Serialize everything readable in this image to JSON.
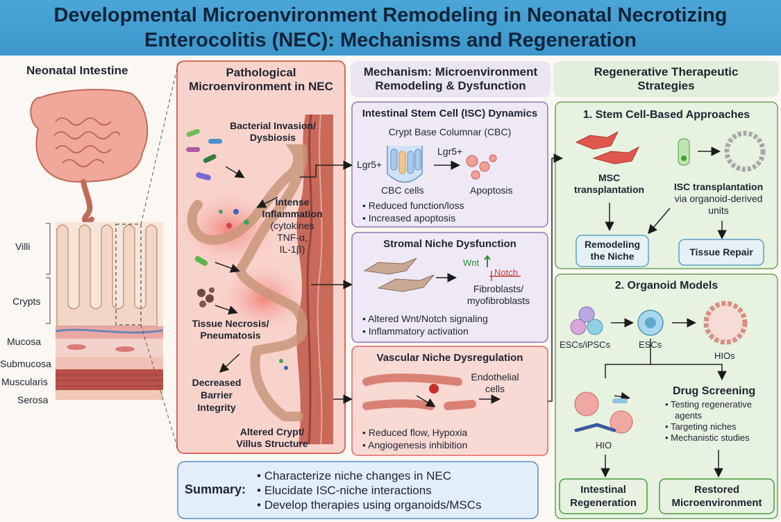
{
  "title": {
    "line1": "Developmental Microenvironment Remodeling in Neonatal Necrotizing",
    "line2": "Enterocolitis (NEC): Mechanisms and Regeneration"
  },
  "anatomy": {
    "heading": "Neonatal Intestine",
    "villi": "Villi",
    "crypts": "Crypts",
    "mucosa": "Mucosa",
    "submucosa": "Submucosa",
    "muscularis": "Muscularis",
    "serosa": "Serosa"
  },
  "patho": {
    "heading_1": "Pathological",
    "heading_2": "Microenvironment in NEC",
    "bacterial_1": "Bacterial Invasion/",
    "bacterial_2": "Dysbiosis",
    "inflam_1": "Intense",
    "inflam_2": "Inflammation",
    "inflam_3": "(cytokines",
    "inflam_4": "TNF-α,",
    "inflam_5": "IL-1β)",
    "necrosis_1": "Tissue Necrosis/",
    "necrosis_2": "Pneumatosis",
    "barrier_1": "Decreased",
    "barrier_2": "Barrier",
    "barrier_3": "Integrity",
    "altered_1": "Altered Crypt/",
    "altered_2": "Villus Structure"
  },
  "mechanism": {
    "heading_1": "Mechanism: Microenvironment",
    "heading_2": "Remodeling & Dysfunction",
    "isc": {
      "title": "Intestinal Stem Cell (ISC) Dynamics",
      "cbc": "Crypt Base Columnar (CBC)",
      "lgr5_left": "Lgr5+",
      "lgr5_right": "Lgr5+",
      "cbc_cells": "CBC cells",
      "apoptosis": "Apoptosis",
      "bullets": [
        "Reduced function/loss",
        "Increased apoptosis"
      ]
    },
    "stromal": {
      "title": "Stromal Niche Dysfunction",
      "wnt": "Wnt",
      "notch": "Notch",
      "fibro_1": "Fibroblasts/",
      "fibro_2": "myofibroblasts",
      "bullets": [
        "Altered Wnt/Notch signaling",
        "Inflammatory activation"
      ]
    },
    "vascular": {
      "title": "Vascular Niche Dysregulation",
      "endo_1": "Endothelial",
      "endo_2": "cells",
      "bullets": [
        "Reduced flow, Hypoxia",
        "Angiogenesis inhibition"
      ]
    }
  },
  "summary": {
    "label": "Summary:",
    "bullets": [
      "Characterize niche changes in NEC",
      "Elucidate ISC-niche interactions",
      "Develop therapies using organoids/MSCs"
    ]
  },
  "regen": {
    "heading_1": "Regenerative Therapeutic",
    "heading_2": "Strategies",
    "stem": {
      "title": "1. Stem Cell-Based Approaches",
      "msc_1": "MSC",
      "msc_2": "transplantation",
      "isc_1": "ISC transplantation",
      "isc_2": "via organoid-derived",
      "isc_3": "units",
      "remodel_1": "Remodeling",
      "remodel_2": "the Niche",
      "repair": "Tissue Repair"
    },
    "organoid": {
      "title": "2. Organoid Models",
      "esc_ipsc": "ESCs/iPSCs",
      "escs": "ESCs",
      "hios": "HIOs",
      "hio": "HIO",
      "drug_title": "Drug Screening",
      "drug_bullets": [
        "Testing regenerative",
        "agents",
        "Targeting niches",
        "Mechanistic studies"
      ],
      "regen_1": "Intestinal",
      "regen_2": "Regeneration",
      "restored_1": "Restored",
      "restored_2": "Microenvironment"
    }
  },
  "colors": {
    "title_bar": "#3f9acd",
    "patho_panel": "#f9d6cf",
    "mech_header": "#ece6f3",
    "regen_panel": "#e7f2e1",
    "summary_panel": "#e2eef8"
  }
}
